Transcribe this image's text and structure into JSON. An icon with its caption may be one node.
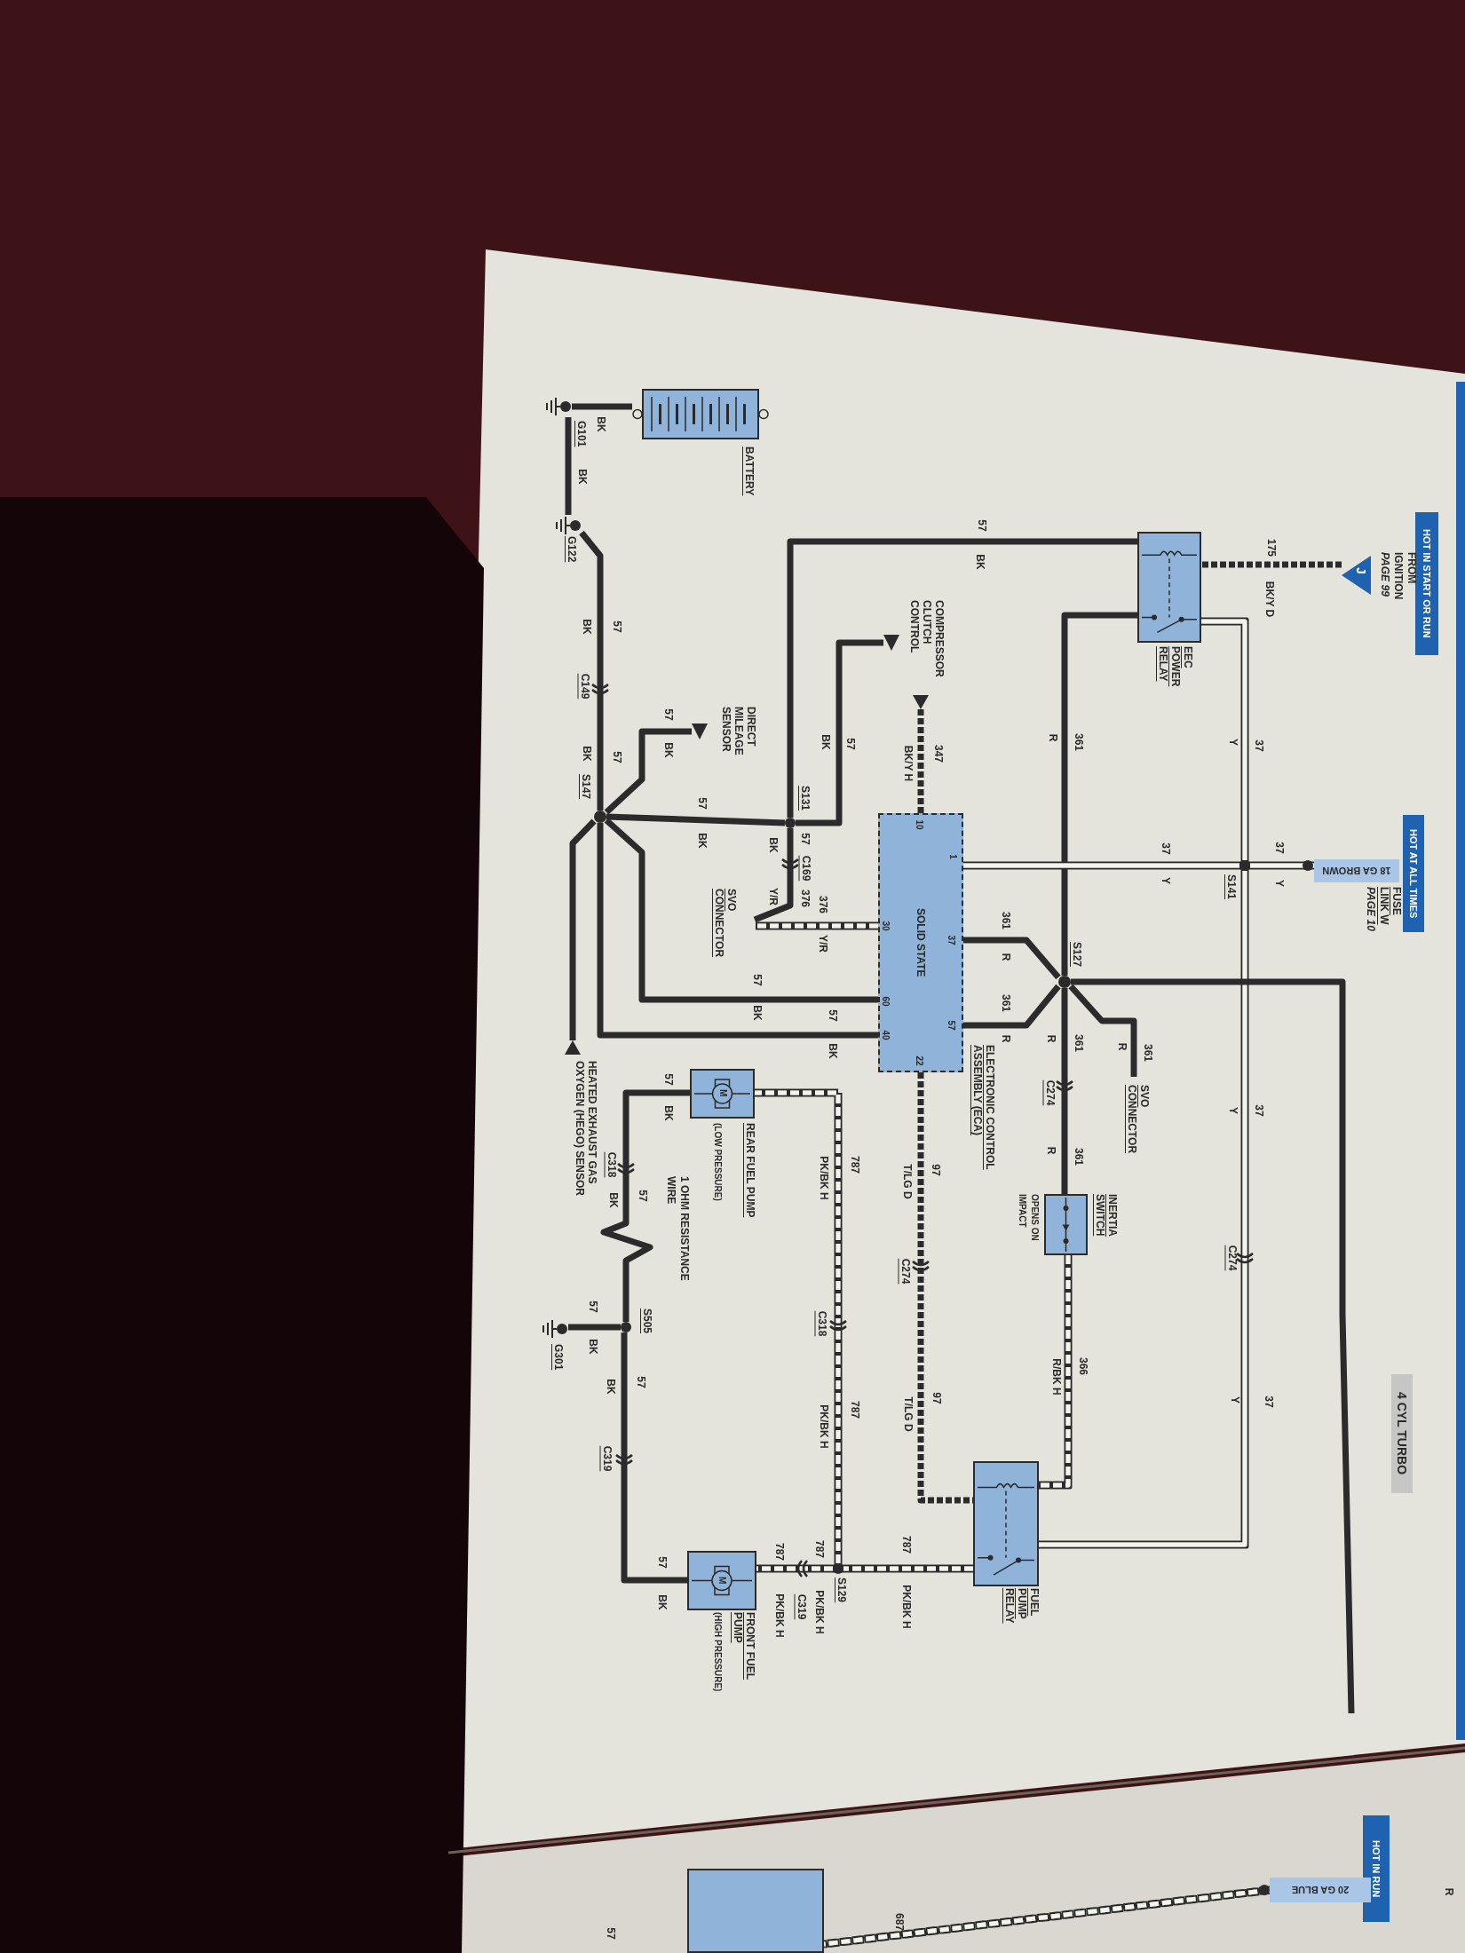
{
  "diagram": {
    "nodes": [
      {
        "text": [
          "HOT IN START OR RUN"
        ]
      },
      {
        "text": [
          "J"
        ]
      },
      {
        "text": [
          "HOT AT ALL TIMES"
        ]
      },
      {
        "text": [
          "18 GA BROWN"
        ],
        "beside": [
          "FUSE LINK W",
          "*PAGE 10*"
        ]
      },
      {
        "text": [],
        "shape": "box",
        "beside": [
          "EEC POWER RELAY"
        ]
      },
      {
        "text": [],
        "shape": "circle",
        "beside": [
          "S141"
        ]
      },
      {
        "text": [],
        "shape": "circle",
        "beside": [
          "S127"
        ]
      },
      {
        "text": [
          "SVO CONNECTOR"
        ]
      },
      {
        "text": [],
        "shape": "box",
        "beside": [
          "INERTIA SWITCH",
          "OPENS ON IMPACT"
        ]
      },
      {
        "text": [],
        "shape": "box",
        "beside": [
          "FUEL PUMP RELAY"
        ]
      },
      {
        "text": [
          "SOLID STATE"
        ],
        "beside": [
          "ELECTRONIC CONTROL ASSEMBLY (ECA)"
        ]
      },
      {
        "text": [],
        "shape": "triangle"
      },
      {
        "text": [],
        "shape": "triangle",
        "beside": [
          "COMPRESSOR CLUTCH CONTROL"
        ]
      },
      {
        "text": [],
        "shape": "circle",
        "beside": [
          "S131"
        ]
      },
      {
        "text": [
          "SVO CONNECTOR"
        ]
      },
      {
        "text": [],
        "shape": "triangle",
        "beside": [
          "DIRECT MILEAGE SENSOR"
        ]
      },
      {
        "text": [],
        "shape": "circle",
        "beside": [
          "S147"
        ]
      },
      {
        "text": [],
        "shape": "triangle",
        "beside": [
          "HEATED EXHAUST GAS OXYGEN (HEGO) SENSOR"
        ]
      },
      {
        "text": [
          "M"
        ],
        "beside": [
          "REAR FUEL PUMP",
          "(LOW PRESSURE)"
        ]
      },
      {
        "text": [
          "M"
        ],
        "beside": [
          "FRONT FUEL PUMP",
          "(HIGH PRESSURE)"
        ]
      },
      {
        "text": [],
        "shape": "circle",
        "beside": [
          "S129"
        ]
      },
      {
        "text": [],
        "shape": "circle",
        "beside": [
          "S505"
        ]
      },
      {
        "text": [],
        "shape": "ground",
        "beside": [
          "G301"
        ]
      },
      {
        "text": [],
        "shape": "ground",
        "beside": [
          "G122"
        ]
      },
      {
        "text": [],
        "shape": "ground",
        "beside": [
          "G101"
        ]
      },
      {
        "text": [],
        "shape": "battery",
        "beside": [
          "BATTERY"
        ]
      },
      {
        "text": [
          "4 CYL TURBO"
        ]
      },
      {
        "text": [
          "HOT IN RUN"
        ]
      },
      {
        "text": [
          "20 GA BLUE"
        ]
      },
      {
        "text": [],
        "shape": "box"
      }
    ],
    "edges": [
      {
        "from": 1,
        "to": 4,
        "arrow": "none",
        "style": "dashed"
      },
      {
        "from": 4,
        "to": 13,
        "arrow": "none"
      },
      {
        "from": 4,
        "to": 6,
        "arrow": "none"
      },
      {
        "from": 4,
        "to": 5,
        "arrow": "none",
        "color": "#f4f3ec"
      },
      {
        "from": 3,
        "to": 5,
        "arrow": "none",
        "color": "#f4f3ec"
      },
      {
        "from": 5,
        "to": 10,
        "arrow": "none",
        "color": "#f4f3ec"
      },
      {
        "from": 5,
        "to": 9,
        "arrow": "none",
        "color": "#f4f3ec"
      },
      {
        "from": 6,
        "to": 10,
        "arrow": "none"
      },
      {
        "from": 6,
        "to": 10,
        "arrow": "none"
      },
      {
        "from": 6,
        "to": 7,
        "arrow": "none"
      },
      {
        "from": 6,
        "to": 8,
        "arrow": "none"
      },
      {
        "from": 6,
        "to": null,
        "arrow": "none"
      },
      {
        "from": 8,
        "to": 9,
        "arrow": "none",
        "style": "dashed",
        "color": "#f4f3ec"
      },
      {
        "from": 10,
        "to": 9,
        "arrow": "none",
        "style": "dashed"
      },
      {
        "from": 9,
        "to": 20,
        "arrow": "none",
        "style": "dashed",
        "color": "#f4f3ec"
      },
      {
        "from": 20,
        "to": 18,
        "arrow": "none",
        "style": "dashed",
        "color": "#f4f3ec"
      },
      {
        "from": 20,
        "to": 19,
        "arrow": "none",
        "style": "dashed",
        "color": "#f4f3ec"
      },
      {
        "from": 19,
        "to": 21,
        "arrow": "none"
      },
      {
        "from": 21,
        "to": 22,
        "arrow": "none"
      },
      {
        "from": 21,
        "to": 18,
        "arrow": "none"
      },
      {
        "from": 12,
        "to": 10,
        "arrow": "none",
        "style": "dashed"
      },
      {
        "from": 11,
        "to": 13,
        "arrow": "none"
      },
      {
        "from": 13,
        "to": 16,
        "arrow": "none"
      },
      {
        "from": 13,
        "to": 14,
        "arrow": "none"
      },
      {
        "from": 10,
        "to": 14,
        "arrow": "none",
        "style": "dashed",
        "color": "#f4f3ec"
      },
      {
        "from": 15,
        "to": 16,
        "arrow": "none"
      },
      {
        "from": 16,
        "to": 10,
        "arrow": "none"
      },
      {
        "from": 16,
        "to": 10,
        "arrow": "none"
      },
      {
        "from": 16,
        "to": 17,
        "arrow": "none"
      },
      {
        "from": 16,
        "to": 23,
        "arrow": "none"
      },
      {
        "from": 23,
        "to": 24,
        "arrow": "none"
      },
      {
        "from": 25,
        "to": 24,
        "arrow": "none"
      },
      {
        "from": 28,
        "to": 29,
        "arrow": "none",
        "style": "dashed",
        "color": "#f4f3ec"
      }
    ],
    "labels": [
      "FROM IGNITION *PAGE 99*",
      "175",
      "BK/Y D",
      "57",
      "BK",
      "37",
      "Y",
      "361",
      "R",
      "37",
      "Y",
      "37",
      "Y",
      "361",
      "R",
      "361",
      "R",
      "361",
      "R",
      "361",
      "R",
      "C274",
      "361",
      "R",
      "37",
      "Y",
      "C274",
      "37",
      "Y",
      "366",
      "R/BK H",
      "97",
      "T/LG D",
      "C274",
      "97",
      "T/LG D",
      "787",
      "PK/BK H",
      "787",
      "PK/BK H",
      "C318",
      "787",
      "PK/BK H",
      "787",
      "PK/BK H",
      "C319",
      "787",
      "PK/BK H",
      "57",
      "BK",
      "57",
      "BK",
      "C319",
      "57",
      "BK",
      "1 OHM RESISTANCE WIRE",
      "57",
      "C318",
      "BK",
      "57",
      "BK",
      "347",
      "BK/Y H",
      "57",
      "BK",
      "57",
      "BK",
      "57",
      "BK",
      "BK",
      "57",
      "57",
      "BK",
      "C149",
      "57",
      "C169",
      "376",
      "BK",
      "Y/R",
      "376",
      "Y/R",
      "57",
      "BK",
      "57",
      "BK",
      "10",
      "1",
      "37",
      "57",
      "30",
      "60",
      "40",
      "22",
      "BK",
      "BK",
      "687",
      "57",
      "R"
    ]
  }
}
